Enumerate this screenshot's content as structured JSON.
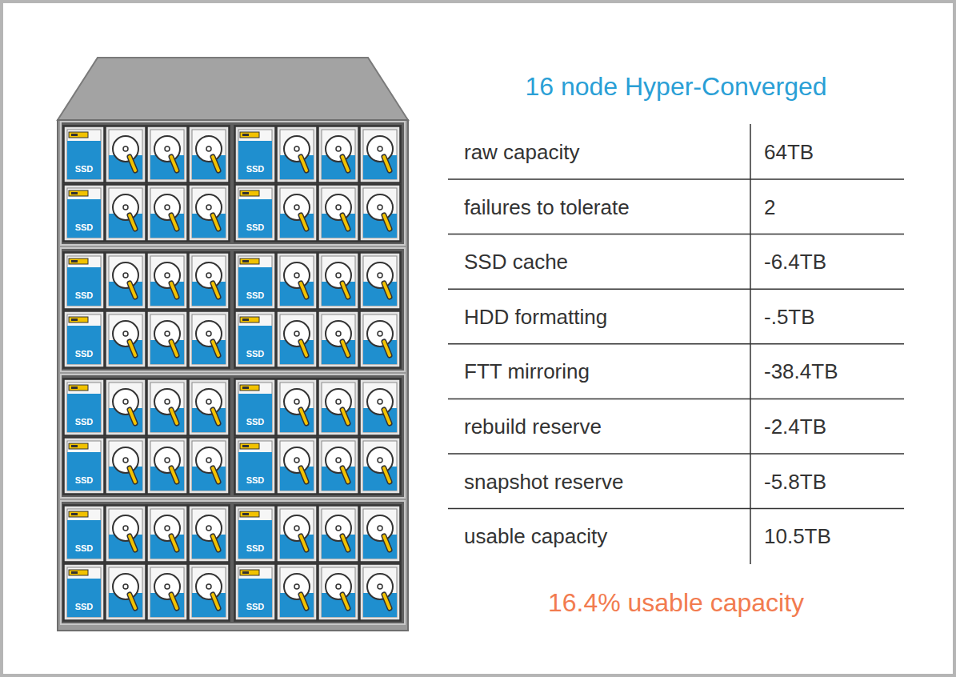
{
  "diagram": {
    "title": "16 node Hyper-Converged",
    "caption": "16.4% usable capacity",
    "nodes": [
      {
        "text": [
          "SSD"
        ]
      },
      {
        "text": [
          "SSD"
        ]
      },
      {
        "text": [
          "SSD"
        ]
      },
      {
        "text": [
          "SSD"
        ]
      },
      {
        "text": [
          "SSD"
        ]
      },
      {
        "text": [
          "SSD"
        ]
      },
      {
        "text": [
          "SSD"
        ]
      },
      {
        "text": [
          "SSD"
        ]
      },
      {
        "text": [
          "SSD"
        ]
      },
      {
        "text": [
          "SSD"
        ]
      },
      {
        "text": [
          "SSD"
        ]
      },
      {
        "text": [
          "SSD"
        ]
      },
      {
        "text": [
          "SSD"
        ]
      },
      {
        "text": [
          "SSD"
        ]
      },
      {
        "text": [
          "SSD"
        ]
      },
      {
        "text": [
          "SSD"
        ]
      }
    ],
    "labels": [
      "raw capacity",
      "64TB",
      "failures to tolerate",
      "2",
      "SSD cache",
      "-6.4TB",
      "HDD formatting",
      "-.5TB",
      "FTT mirroring",
      "-38.4TB",
      "rebuild reserve",
      "-2.4TB",
      "snapshot reserve",
      "-5.8TB",
      "usable capacity",
      "10.5TB"
    ]
  }
}
